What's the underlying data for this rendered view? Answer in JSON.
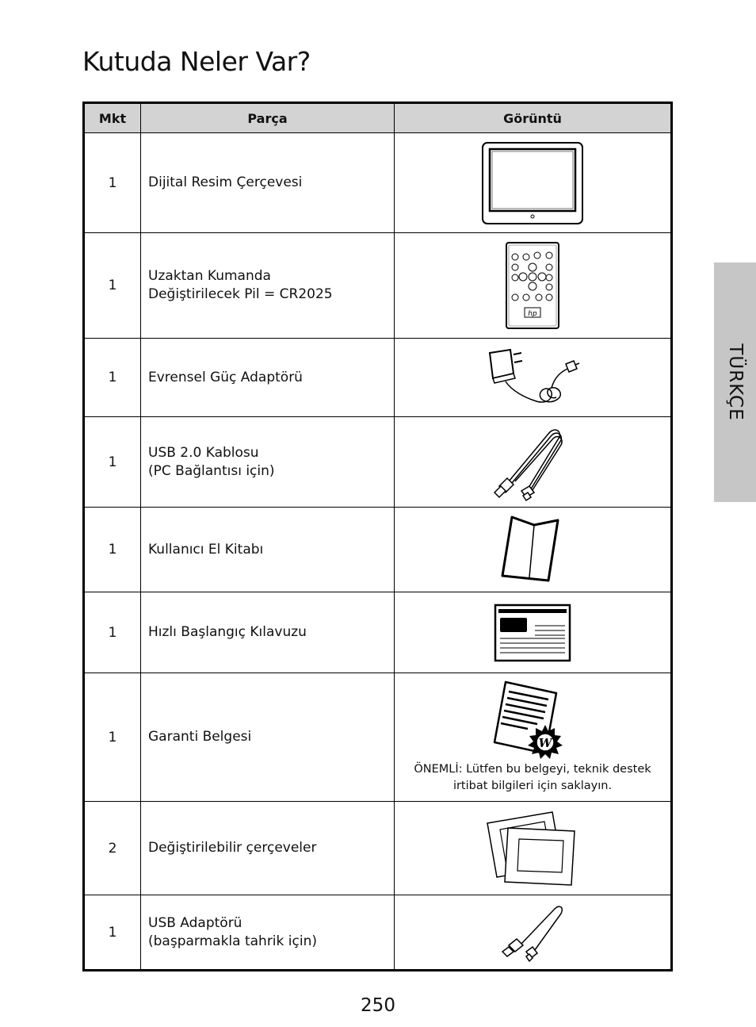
{
  "page": {
    "title": "Kutuda Neler Var?",
    "side_tab": "TÜRKÇE",
    "page_number": "250"
  },
  "table": {
    "headers": {
      "qty": "Mkt",
      "part": "Parça",
      "image": "Görüntü"
    },
    "rows": [
      {
        "qty": "1",
        "part": "Dijital Resim Çerçevesi",
        "part_line2": "",
        "icon": "photo-frame-icon"
      },
      {
        "qty": "1",
        "part": "Uzaktan Kumanda",
        "part_line2": "Değiştirilecek Pil = CR2025",
        "icon": "remote-control-icon",
        "remote_logo": "hp"
      },
      {
        "qty": "1",
        "part": "Evrensel Güç Adaptörü",
        "part_line2": "",
        "icon": "power-adapter-icon"
      },
      {
        "qty": "1",
        "part": "USB 2.0 Kablosu",
        "part_line2": "(PC Bağlantısı için)",
        "icon": "usb-cable-icon"
      },
      {
        "qty": "1",
        "part": "Kullanıcı El Kitabı",
        "part_line2": "",
        "icon": "user-manual-icon"
      },
      {
        "qty": "1",
        "part": "Hızlı Başlangıç Kılavuzu",
        "part_line2": "",
        "icon": "quick-start-guide-icon"
      },
      {
        "qty": "1",
        "part": "Garanti Belgesi",
        "part_line2": "",
        "icon": "warranty-certificate-icon",
        "seal_letter": "W",
        "note_line1": "ÖNEMLİ: Lütfen bu belgeyi, teknik destek",
        "note_line2": "irtibat bilgileri için saklayın."
      },
      {
        "qty": "2",
        "part": "Değiştirilebilir çerçeveler",
        "part_line2": "",
        "icon": "interchangeable-mats-icon"
      },
      {
        "qty": "1",
        "part": "USB Adaptörü",
        "part_line2": "(başparmakla tahrik için)",
        "icon": "usb-adapter-icon"
      }
    ]
  }
}
